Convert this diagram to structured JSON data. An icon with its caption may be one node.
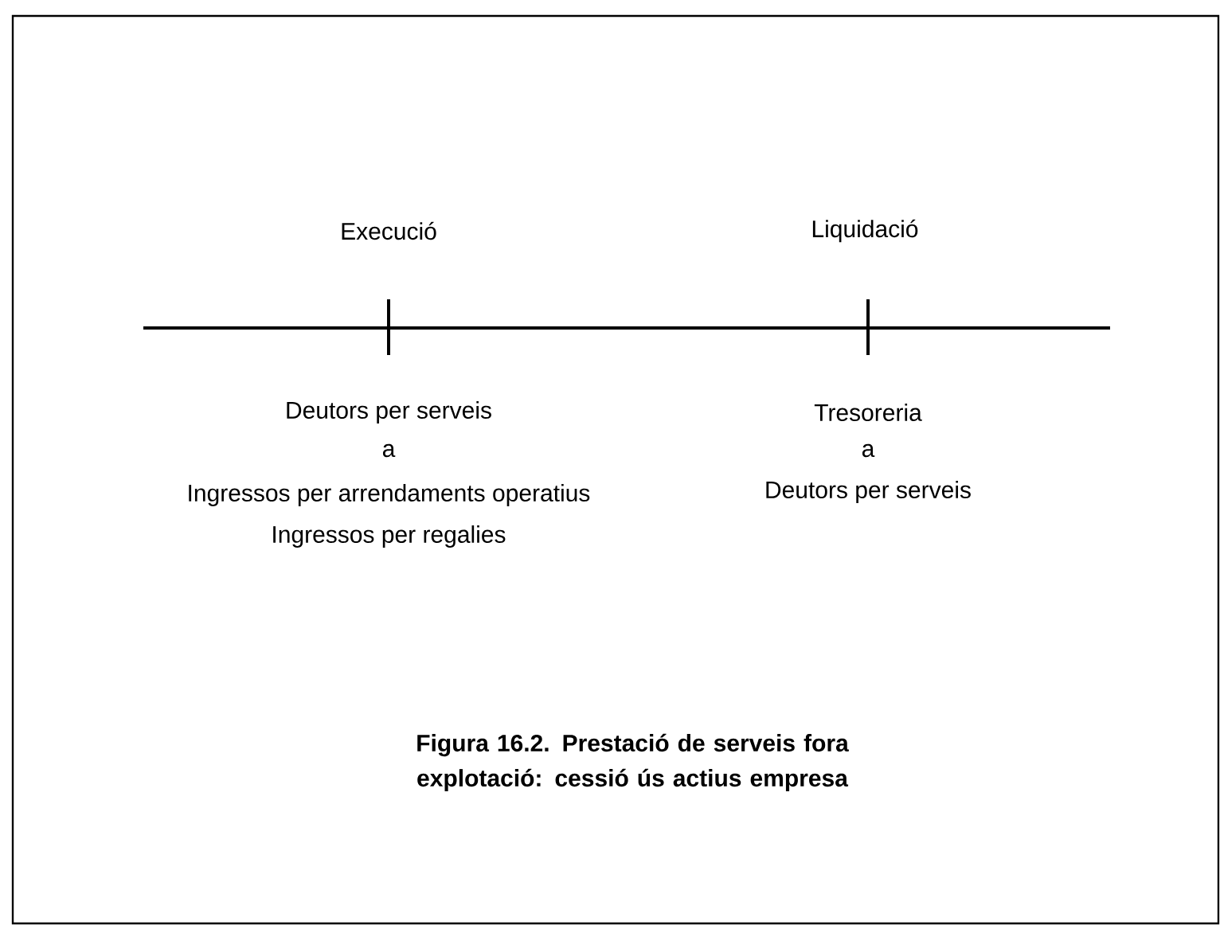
{
  "diagram": {
    "caption": "Figura 16.2. Prestació de serveis fora explotació: cessió ús actius empresa",
    "labels": [
      "Execució",
      "Liquidació",
      "Deutors per serveis",
      "a",
      "Ingressos per arrendaments operatius",
      "Ingressos per regalies",
      "Tresoreria",
      "a",
      "Deutors per serveis"
    ]
  }
}
